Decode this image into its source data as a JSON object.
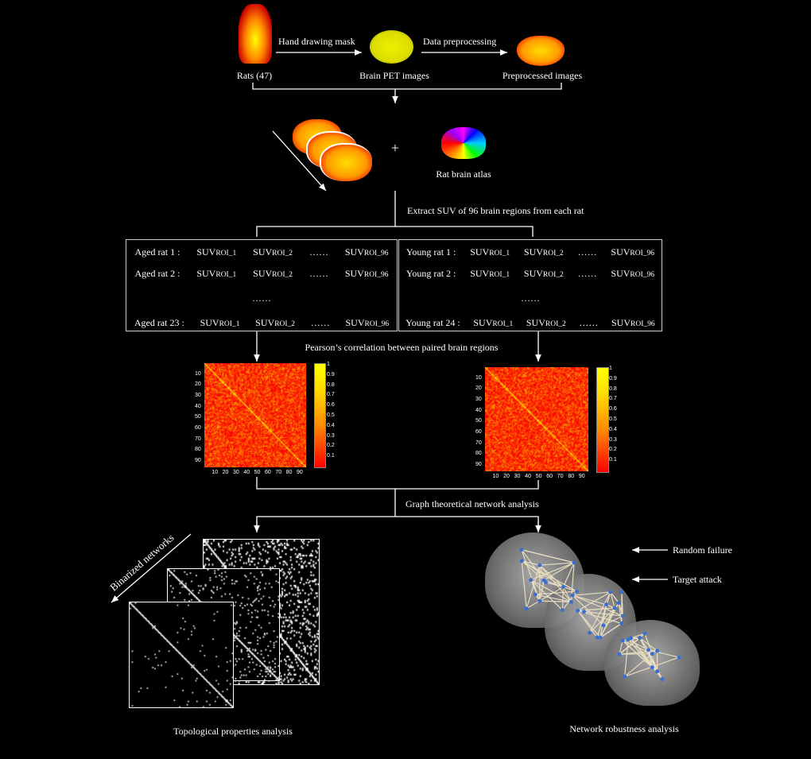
{
  "top": {
    "step1": "Hand drawing mask",
    "step2": "Data preprocessing",
    "rats": "Rats (47)",
    "pet": "Brain PET images",
    "pre": "Preprocessed images"
  },
  "atlas": {
    "plus": "+",
    "label": "Rat brain atlas"
  },
  "extract": "Extract SUV of  96 brain regions from each rat",
  "aged": {
    "rows": [
      {
        "name": "Aged rat 1  :",
        "v": [
          "SUV",
          "SUV",
          "SUV"
        ]
      },
      {
        "name": "Aged rat 2  :"
      },
      {
        "name": "Aged rat 23  :"
      }
    ]
  },
  "young": {
    "rows": [
      {
        "name": "Young rat 1  :"
      },
      {
        "name": "Young rat 2  :"
      },
      {
        "name": "Young rat 24  :"
      }
    ]
  },
  "suv": {
    "prefix": "SUV",
    "r1": "ROI_1",
    "r2": "ROI_2",
    "r96": "ROI_96",
    "dots": "……",
    "mid_dots": "……"
  },
  "pearson": "Pearson’s correlation between paired brain regions",
  "axis_ticks": [
    "10",
    "20",
    "30",
    "40",
    "50",
    "60",
    "70",
    "80",
    "90"
  ],
  "colorbar_ticks": [
    "1",
    "0.9",
    "0.8",
    "0.7",
    "0.6",
    "0.5",
    "0.4",
    "0.3",
    "0.2",
    "0.1"
  ],
  "graph": "Graph theoretical network analysis",
  "binarized": "Binarized networks",
  "topo": "Topological properties analysis",
  "random": "Random failure",
  "target": "Target attack",
  "robust": "Network robustness analysis",
  "colors": {
    "heat_low": "#ff0000",
    "heat_high": "#ffff00"
  }
}
